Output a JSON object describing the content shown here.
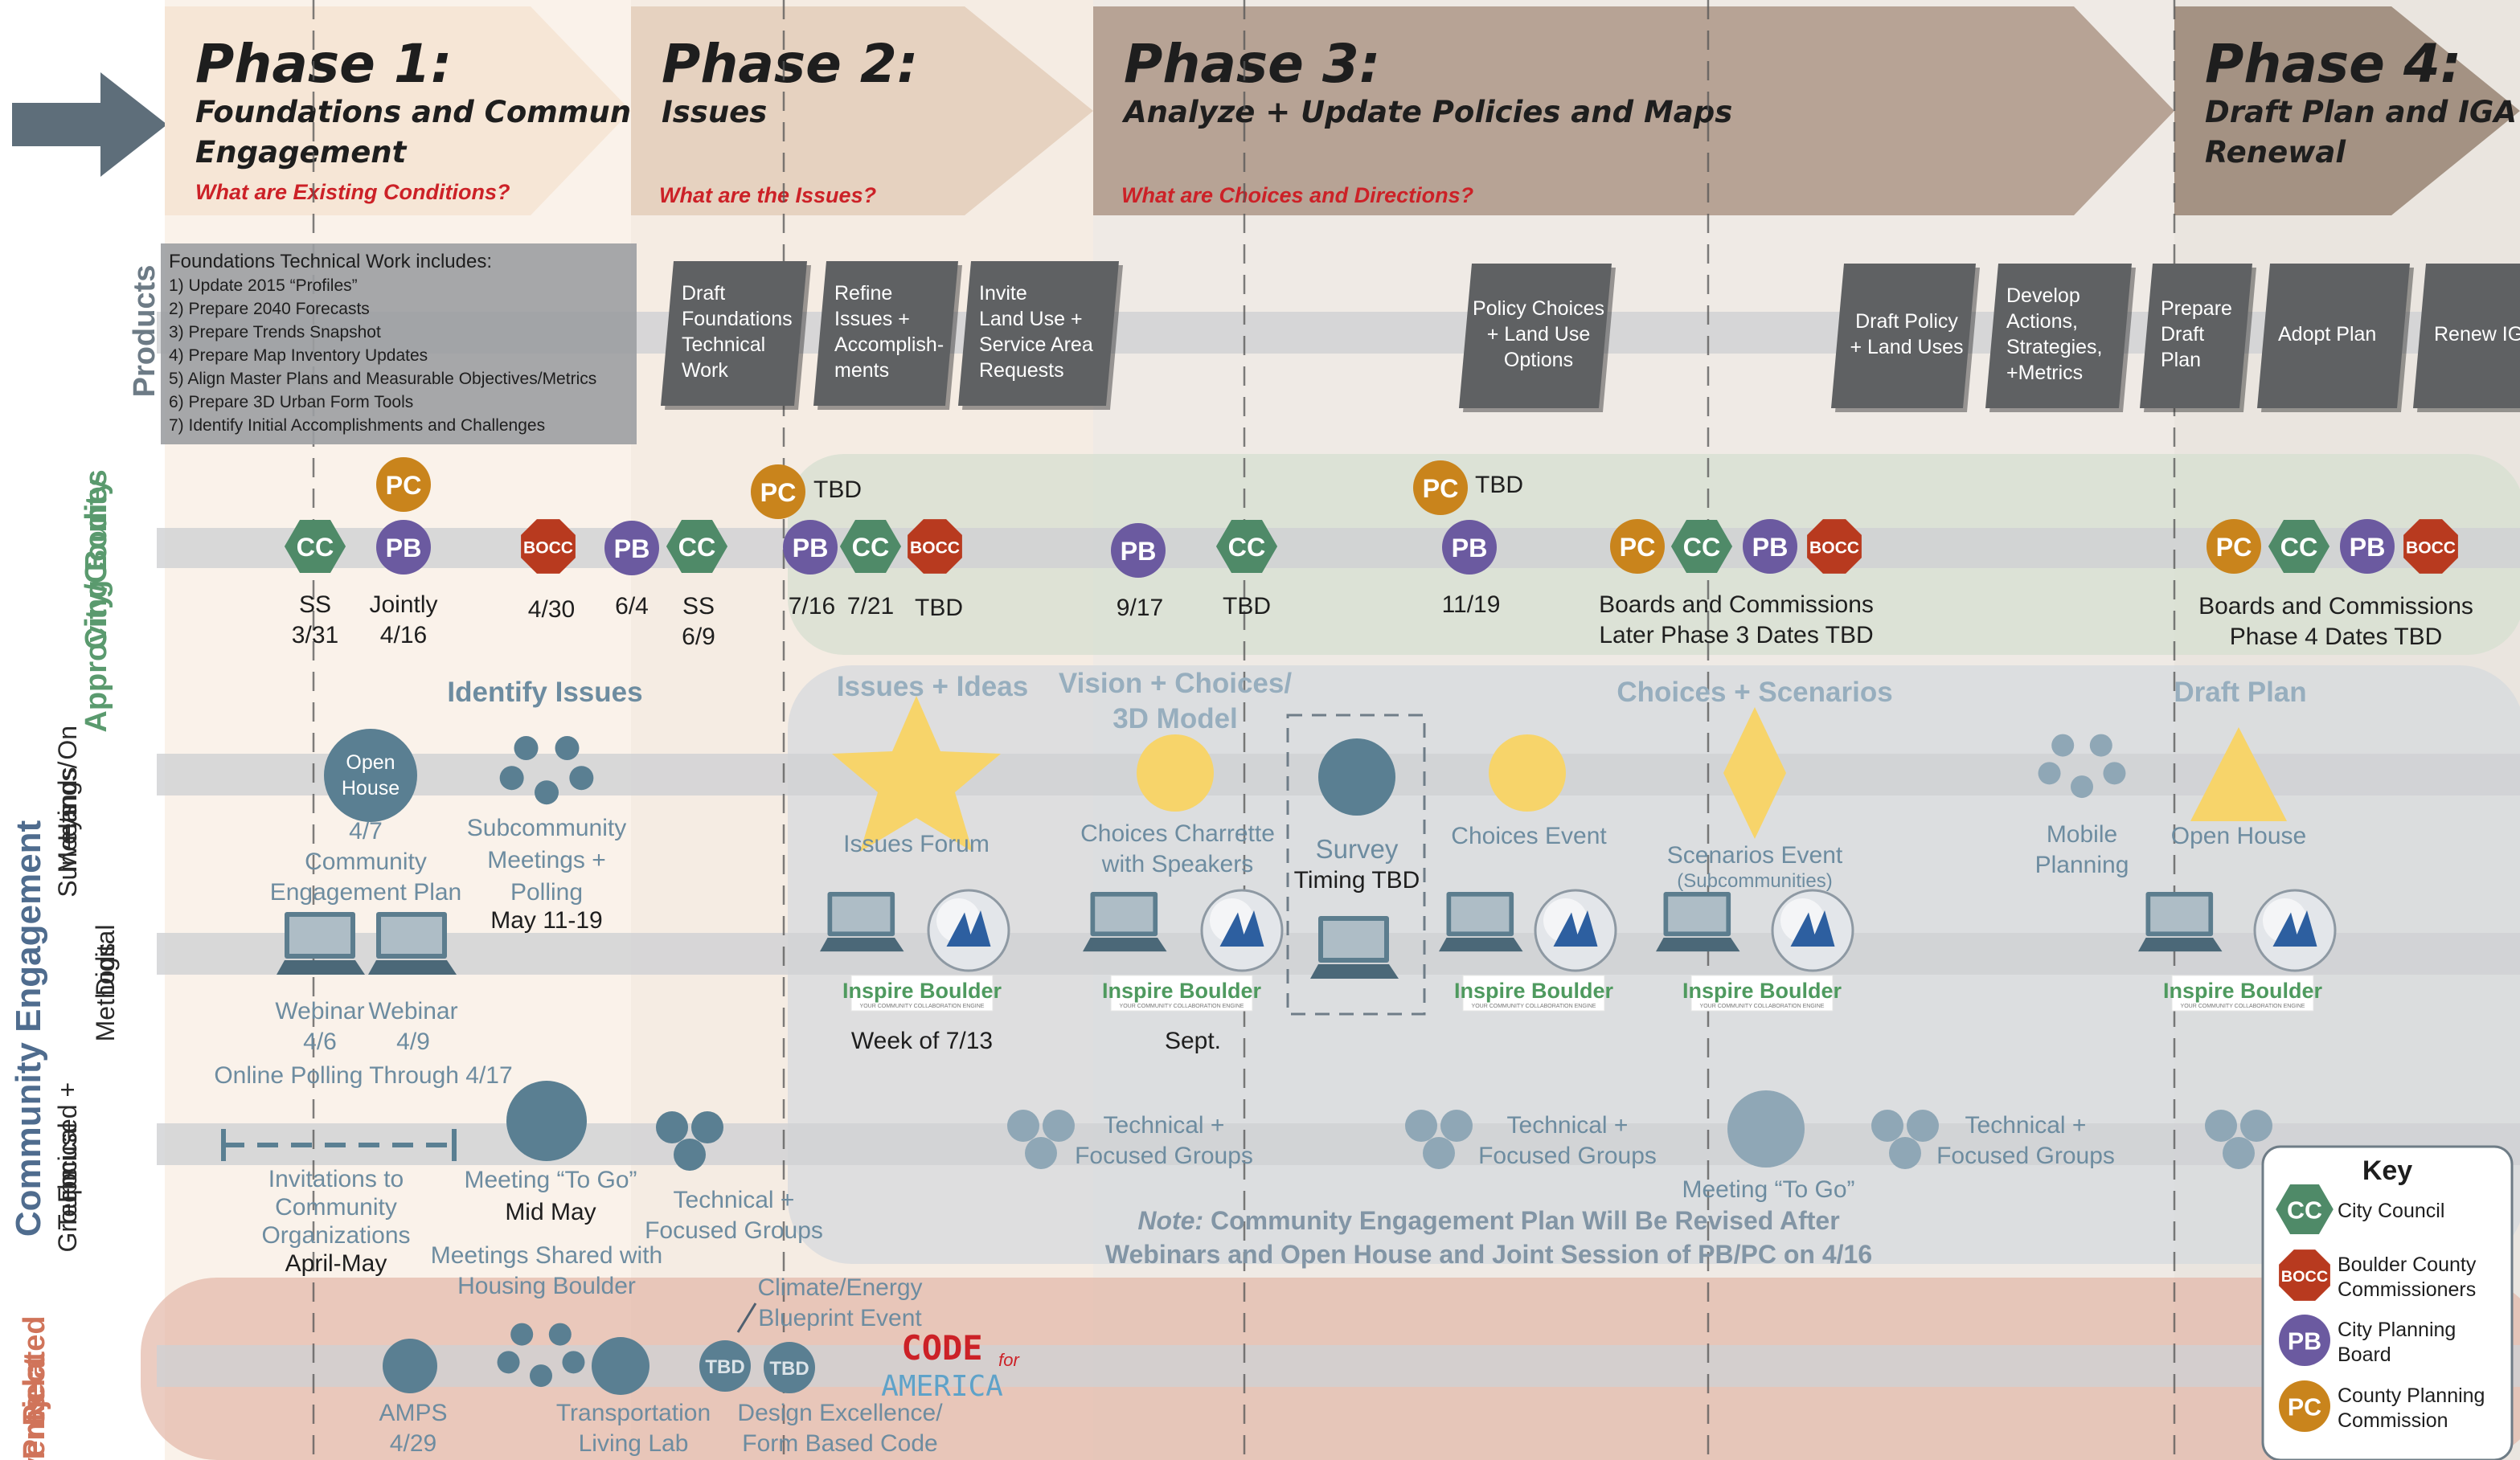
{
  "colors": {
    "phase1": "#f6e6d6",
    "phase2": "#e6d2c0",
    "phase3": "#b7a395",
    "phase4": "#a49283",
    "question_red": "#cc2127",
    "band_grey": "#cfd1d3",
    "engagement_panel": "#d5d9dd",
    "approving_panel": "#d5dfd0",
    "related_band": "#e3b6a6",
    "cc": "#4f8a68",
    "pb": "#6b5aa0",
    "pc": "#c9841c",
    "bocc": "#b83a1f",
    "slate": "#5a7f92",
    "star_yellow": "#f7d46a",
    "label_slate": "#6d8ca0",
    "green_label": "#5a9a6e",
    "related_label": "#d0745a"
  },
  "phases": [
    {
      "title": "Phase 1:",
      "subtitle_lines": [
        "Foundations and Community",
        "Engagement"
      ],
      "question": "What are Existing Conditions?"
    },
    {
      "title": "Phase 2:",
      "subtitle_lines": [
        "Issues"
      ],
      "question": "What are the Issues?"
    },
    {
      "title": "Phase 3:",
      "subtitle_lines": [
        "Analyze + Update Policies and Maps"
      ],
      "question": "What are Choices and Directions?"
    },
    {
      "title": "Phase 4:",
      "subtitle_lines": [
        "Draft Plan and IGA",
        "Renewal"
      ],
      "question": ""
    }
  ],
  "row_labels": {
    "products": "Products",
    "approving": [
      "City/County",
      "Approving Bodies"
    ],
    "hands_on": [
      "Hands On",
      "Meetings/",
      "Surveys"
    ],
    "digital": [
      "Digital",
      "Methods"
    ],
    "focused": [
      "Focused +",
      "Technical",
      "Groups"
    ],
    "related": [
      "Related",
      "Project",
      "Events"
    ],
    "community_engagement": "Community Engagement"
  },
  "foundations_box": {
    "heading": "Foundations Technical Work includes:",
    "items": [
      "1) Update 2015 “Profiles”",
      "2) Prepare 2040 Forecasts",
      "3) Prepare Trends Snapshot",
      "4) Prepare Map Inventory Updates",
      "5) Align Master Plans and Measurable Objectives/Metrics",
      "6) Prepare 3D Urban Form Tools",
      "7) Identify Initial Accomplishments and Challenges"
    ]
  },
  "products": [
    {
      "lines": [
        "Draft",
        "Foundations",
        "Technical",
        "Work"
      ]
    },
    {
      "lines": [
        "Refine",
        "Issues +",
        "Accomplish-",
        "ments"
      ]
    },
    {
      "lines": [
        "Invite",
        "Land Use +",
        "Service  Area",
        "Requests"
      ]
    },
    {
      "lines": [
        "Policy Choices",
        "+ Land Use",
        "Options"
      ]
    },
    {
      "lines": [
        "Draft Policy",
        "+ Land Uses"
      ]
    },
    {
      "lines": [
        "Develop",
        "Actions,",
        "Strategies,",
        "+Metrics"
      ]
    },
    {
      "lines": [
        "Prepare",
        "Draft",
        "Plan"
      ]
    },
    {
      "lines": [
        "Adopt Plan"
      ]
    },
    {
      "lines": [
        "Renew IGA"
      ]
    }
  ],
  "approving": {
    "badges": {
      "cc": "CC",
      "pb": "PB",
      "pc": "PC",
      "bocc": "BOCC"
    },
    "tbd_marks": [
      "TBD",
      "TBD"
    ],
    "date_labels": [
      [
        "SS",
        "3/31"
      ],
      [
        "Jointly",
        "4/16"
      ],
      [
        "4/30"
      ],
      [
        "6/4"
      ],
      [
        "SS",
        "6/9"
      ],
      [
        "7/16"
      ],
      [
        "7/21"
      ],
      [
        "TBD"
      ],
      [
        "9/17"
      ],
      [
        "TBD"
      ],
      [
        "11/19"
      ],
      [
        "Boards and Commissions",
        "Later Phase 3 Dates TBD"
      ],
      [
        "Boards and Commissions",
        "Phase 4 Dates TBD"
      ]
    ]
  },
  "engagement": {
    "section_titles": [
      "Identify Issues",
      "Issues + Ideas",
      [
        "Vision + Choices/",
        "3D Model"
      ],
      "Choices + Scenarios",
      "Draft Plan"
    ],
    "hands_on": [
      {
        "lines": [
          "Open",
          "House"
        ]
      },
      {
        "lines": [
          "4/7",
          "Community",
          "Engagement Plan"
        ]
      },
      {
        "lines": [
          "Subcommunity",
          "Meetings +",
          "Polling"
        ]
      },
      {
        "lines": [
          "May 11-19"
        ]
      },
      {
        "lines": [
          "Issues Forum"
        ]
      },
      {
        "lines": [
          "Choices Charrette",
          "with Speakers"
        ]
      },
      {
        "lines": [
          "Survey"
        ]
      },
      {
        "lines": [
          "Timing TBD"
        ]
      },
      {
        "lines": [
          "Choices Event"
        ]
      },
      {
        "lines": [
          "Scenarios Event"
        ]
      },
      {
        "lines": [
          "(Subcommunities)"
        ]
      },
      {
        "lines": [
          "Mobile",
          "Planning"
        ]
      },
      {
        "lines": [
          "Open House"
        ]
      }
    ],
    "digital": [
      {
        "lines": [
          "Webinar",
          "4/6"
        ]
      },
      {
        "lines": [
          "Webinar",
          "4/9"
        ]
      },
      {
        "lines": [
          "Online Polling Through 4/17"
        ]
      },
      {
        "lines": [
          "Week of 7/13"
        ]
      },
      {
        "lines": [
          "Sept."
        ]
      }
    ],
    "inspire_logo": "Inspire Boulder",
    "inspire_tagline": "YOUR COMMUNITY COLLABORATION ENGINE",
    "focused": [
      {
        "lines": [
          "Invitations to",
          "Community",
          "Organizations"
        ]
      },
      {
        "lines": [
          "April-May"
        ]
      },
      {
        "lines": [
          "Meeting “To Go”"
        ]
      },
      {
        "lines": [
          "Mid May"
        ]
      },
      {
        "lines": [
          "Technical +",
          "Focused Groups"
        ]
      },
      {
        "lines": [
          "Technical +",
          "Focused Groups"
        ]
      },
      {
        "lines": [
          "Technical +",
          "Focused Groups"
        ]
      },
      {
        "lines": [
          "Meeting “To Go”"
        ]
      },
      {
        "lines": [
          "Technical +",
          "Focused Groups"
        ]
      }
    ],
    "note_bold": "Note:",
    "note_lines": [
      " Community Engagement Plan Will Be Revised After",
      "Webinars and Open House and Joint Session of PB/PC on 4/16"
    ]
  },
  "related": {
    "items": [
      {
        "lines": [
          "Meetings Shared with",
          "Housing Boulder"
        ]
      },
      {
        "lines": [
          "Climate/Energy",
          "Blueprint Event"
        ]
      },
      {
        "lines": [
          "AMPS",
          "4/29"
        ]
      },
      {
        "lines": [
          "Transportation",
          "Living Lab"
        ]
      },
      {
        "lines": [
          "Design Excellence/",
          "Form Based Code"
        ]
      }
    ],
    "tbd_circles": [
      "TBD",
      "TBD"
    ],
    "code_logo": {
      "top": "CODE",
      "bottom": "AMERICA",
      "for": "for"
    }
  },
  "key": {
    "title": "Key",
    "items": [
      {
        "badge": "CC",
        "lines": [
          "City Council"
        ]
      },
      {
        "badge": "BOCC",
        "lines": [
          "Boulder County",
          "Commissioners"
        ]
      },
      {
        "badge": "PB",
        "lines": [
          "City Planning",
          "Board"
        ]
      },
      {
        "badge": "PC",
        "lines": [
          "County Planning",
          "Commission"
        ]
      }
    ]
  }
}
